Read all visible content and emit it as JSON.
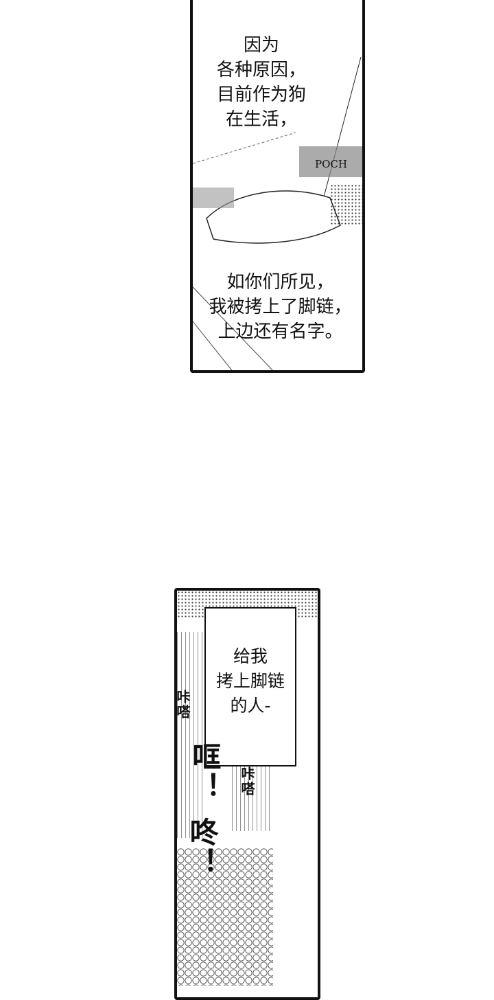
{
  "panel1": {
    "caption1": [
      "因为",
      "各种原因，",
      "目前作为狗",
      "在生活，"
    ],
    "anklet_text": "POCH",
    "caption2": [
      "如你们所见，",
      "我被拷上了脚链，",
      "上边还有名字。"
    ]
  },
  "panel2": {
    "caption": [
      "给我",
      "拷上脚链",
      "的人-"
    ],
    "sfx_click_1": "咔嗒",
    "sfx_click_2": "咔嗒",
    "sfx_bang": "哐！",
    "sfx_thud": "咚！"
  }
}
